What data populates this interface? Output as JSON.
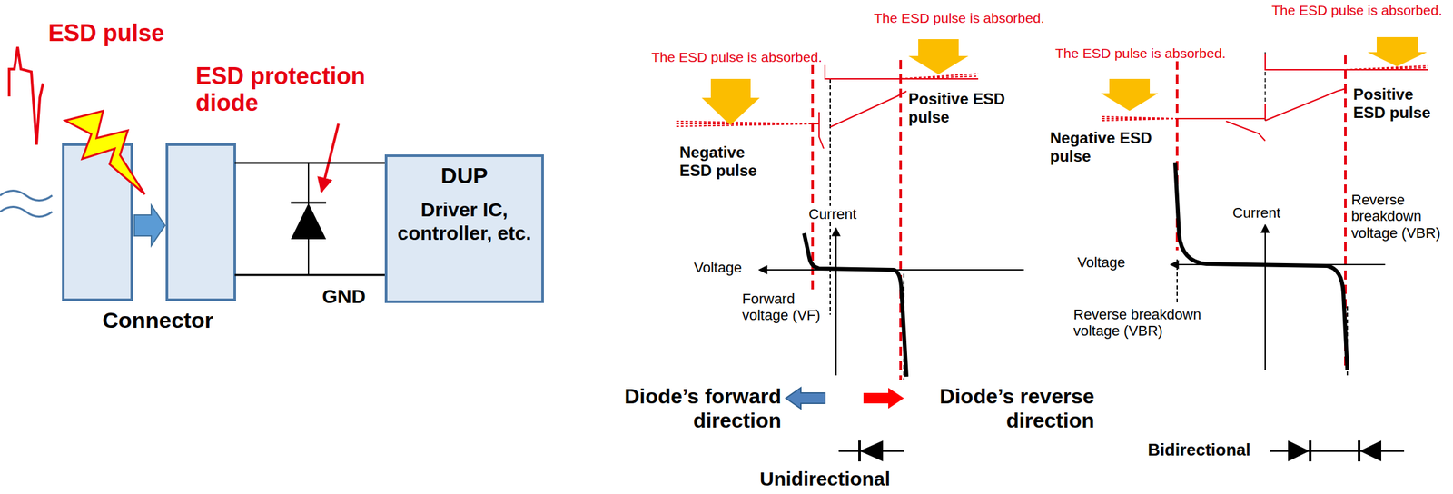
{
  "diagram": {
    "nodes": [
      {
        "text": [
          "DUP",
          "Driver IC, controller, etc."
        ]
      }
    ],
    "labels": [
      "ESD pulse",
      "ESD protection diode",
      "Connector",
      "GND",
      "The ESD pulse is absorbed.",
      "The ESD pulse is absorbed.",
      "Positive ESD pulse",
      "Negative ESD pulse",
      "Current",
      "Voltage",
      "Forward voltage (VF)",
      "Diode’s forward direction",
      "Diode’s reverse direction",
      "Unidirectional",
      "The ESD pulse is absorbed.",
      "The ESD pulse is absorbed.",
      "Negative ESD pulse",
      "Positive ESD pulse",
      "Current",
      "Voltage",
      "Reverse breakdown voltage (VBR)",
      "Reverse breakdown voltage (VBR)",
      "Bidirectional"
    ]
  }
}
